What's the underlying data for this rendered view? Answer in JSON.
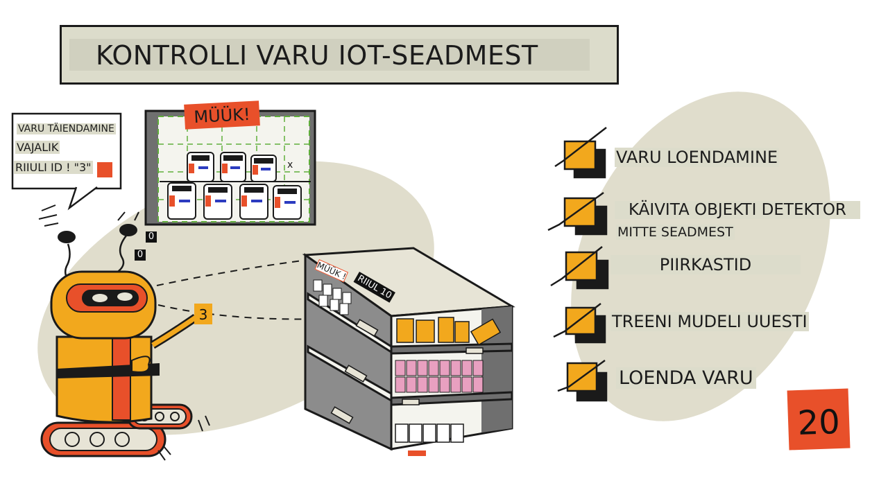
{
  "title": "KONTROLLI VARU IOT-SEADMEST",
  "speech_bubble": {
    "line1": "VARU TÄIENDAMINE",
    "line2": "VAJALIK",
    "line3": "RIIULI ID ! \"3\""
  },
  "sale_tag": "MÜÜK!",
  "shelf_mark": "x",
  "display_badges": [
    "0",
    "0"
  ],
  "robot_badge": "3",
  "shelf_tags": {
    "sale": "MÜÜK !",
    "shelf_id": "RIIUL 10"
  },
  "tasks": [
    {
      "label": "VARU LOENDAMINE",
      "sub": ""
    },
    {
      "label": "KÄIVITA OBJEKTI DETEKTOR",
      "sub": "MITTE SEADMEST"
    },
    {
      "label": "PIIRKASTID",
      "sub": ""
    },
    {
      "label": "TREENI MUDELI UUESTI",
      "sub": ""
    },
    {
      "label": "LOENDA VARU",
      "sub": ""
    }
  ],
  "page_number": "20",
  "colors": {
    "orange": "#e8502a",
    "yellow": "#f2a81d",
    "beige": "#dcdccb",
    "oval": "#e0ddcc",
    "ink": "#1b1b1b"
  }
}
